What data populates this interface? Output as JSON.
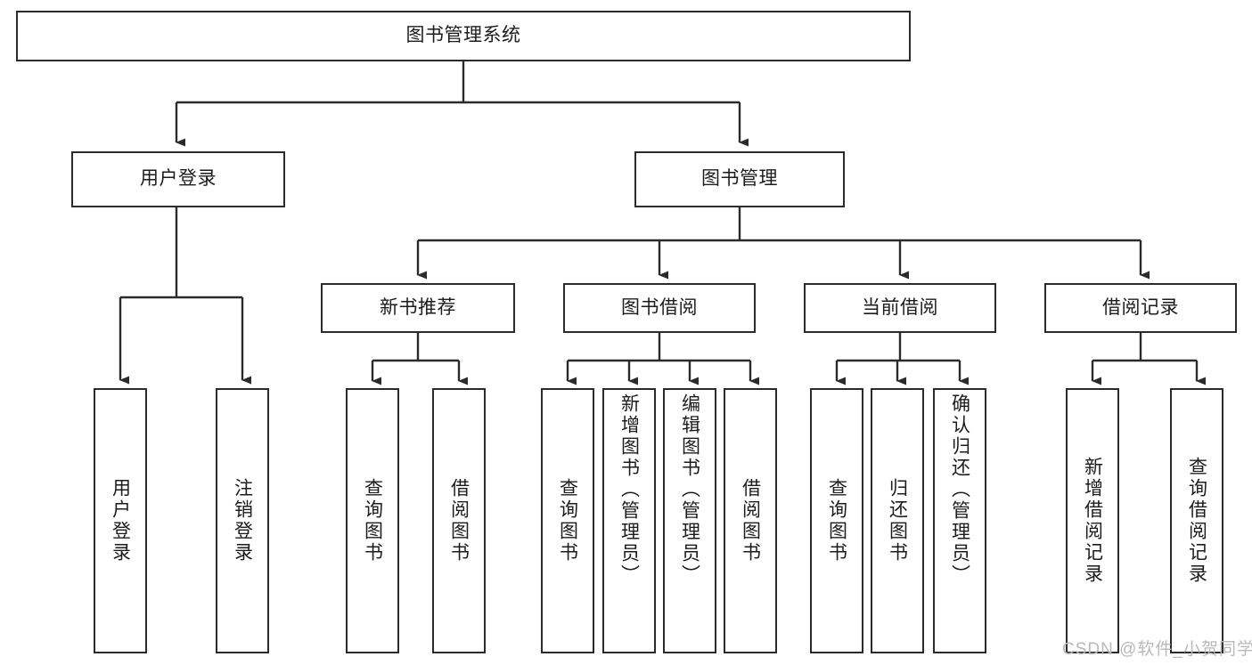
{
  "diagram": {
    "title_text": "图书管理系统",
    "type": "hierarchy-tree",
    "colors": {
      "border": "#2b2b2b",
      "background": "#ffffff",
      "text": "#1c1c1c",
      "watermark": "#b9b9b9"
    },
    "root": {
      "label": "图书管理系统"
    },
    "level2": [
      {
        "label": "用户登录"
      },
      {
        "label": "图书管理"
      }
    ],
    "level3": [
      {
        "label": "新书推荐"
      },
      {
        "label": "图书借阅"
      },
      {
        "label": "当前借阅"
      },
      {
        "label": "借阅记录"
      }
    ],
    "leaves": {
      "user_login": [
        {
          "label": "用户登录"
        },
        {
          "label": "注销登录"
        }
      ],
      "new_book_recommend": [
        {
          "label": "查询图书"
        },
        {
          "label": "借阅图书"
        }
      ],
      "book_borrow": [
        {
          "label": "查询图书"
        },
        {
          "label": "新增图书（管理员）"
        },
        {
          "label": "编辑图书（管理员）"
        },
        {
          "label": "借阅图书"
        }
      ],
      "current_borrow": [
        {
          "label": "查询图书"
        },
        {
          "label": "归还图书"
        },
        {
          "label": "确认归还（管理员）"
        }
      ],
      "borrow_record": [
        {
          "label": "新增借阅记录"
        },
        {
          "label": "查询借阅记录"
        }
      ]
    }
  },
  "watermark": {
    "text": "CSDN @软件_小贺同学"
  }
}
